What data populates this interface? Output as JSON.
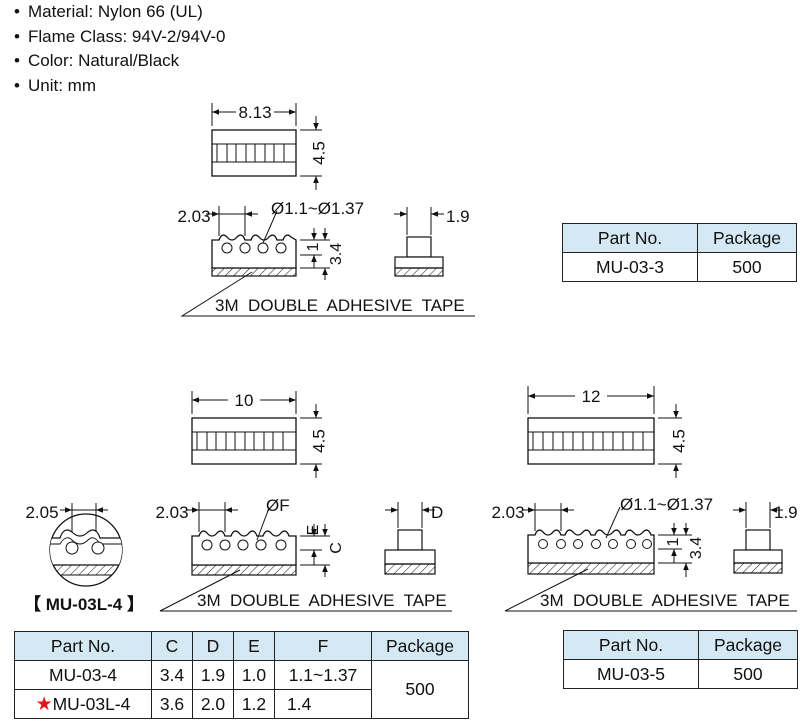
{
  "specs": [
    "Material: Nylon 66 (UL)",
    "Flame Class: 94V-2/94V-0",
    "Color: Natural/Black",
    "Unit: mm"
  ],
  "top_view": {
    "width_label": "8.13",
    "height_label": "4.5",
    "pitch_label": "2.03",
    "hole_label": "Ø1.1~Ø1.37",
    "e_label": "1",
    "c_label": "3.4",
    "d_label": "1.9",
    "tape_label": "3M  DOUBLE  ADHESIVE  TAPE"
  },
  "left_view": {
    "width_label": "10",
    "height_label": "4.5",
    "pitch_label": "2.03",
    "hole_label": "ØF",
    "e_label": "E",
    "c_label": "C",
    "d_label": "D",
    "tape_label": "3M  DOUBLE  ADHESIVE  TAPE"
  },
  "right_view": {
    "width_label": "12",
    "height_label": "4.5",
    "pitch_label": "2.03",
    "hole_label": "Ø1.1~Ø1.37",
    "e_label": "1",
    "c_label": "3.4",
    "d_label": "1.9",
    "tape_label": "3M  DOUBLE  ADHESIVE  TAPE"
  },
  "detail": {
    "pitch_label": "2.05",
    "caption": "【 MU-03L-4 】"
  },
  "table_top": {
    "headers": [
      "Part No.",
      "Package"
    ],
    "rows": [
      [
        "MU-03-3",
        "500"
      ]
    ]
  },
  "table_left": {
    "headers": [
      "Part No.",
      "C",
      "D",
      "E",
      "F",
      "Package"
    ],
    "rows": [
      [
        "MU-03-4",
        "3.4",
        "1.9",
        "1.0",
        "1.1~1.37"
      ],
      [
        "MU-03L-4",
        "3.6",
        "2.0",
        "1.2",
        "1.4"
      ]
    ],
    "package": "500",
    "star": "★"
  },
  "table_right": {
    "headers": [
      "Part No.",
      "Package"
    ],
    "rows": [
      [
        "MU-03-5",
        "500"
      ]
    ]
  },
  "colors": {
    "header_fill": "#d5e9f5",
    "star": "#e5141b",
    "line": "#111111"
  }
}
